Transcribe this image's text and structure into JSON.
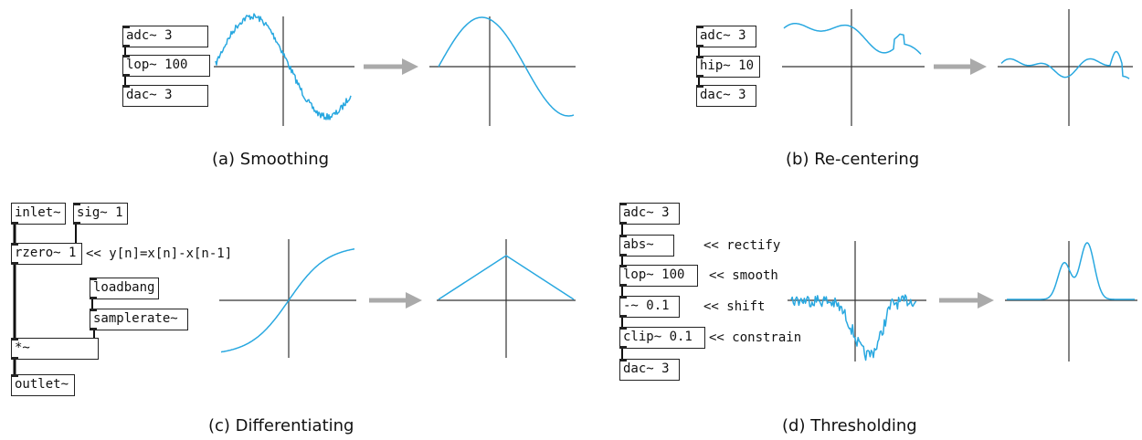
{
  "colors": {
    "curve": "#29a8e0",
    "axis": "#333333",
    "arrow": "#aaaaaa",
    "patch_line": "#111111"
  },
  "panels": {
    "smoothing": {
      "caption": "(a) Smoothing",
      "objects": [
        "adc~ 3",
        "lop~ 100",
        "dac~ 3"
      ]
    },
    "recentering": {
      "caption": "(b) Re-centering",
      "objects": [
        "adc~ 3",
        "hip~ 10",
        "dac~ 3"
      ]
    },
    "differentiating": {
      "caption": "(c) Differentiating",
      "objects": [
        "inlet~",
        "sig~ 1",
        "rzero~ 1",
        "loadbang",
        "samplerate~",
        "*~",
        "outlet~"
      ],
      "comment": "<< y[n]=x[n]-x[n-1]"
    },
    "thresholding": {
      "caption": "(d) Thresholding",
      "objects": [
        "adc~ 3",
        "abs~",
        "lop~ 100",
        "-~ 0.1",
        "clip~ 0.1",
        "dac~ 3"
      ],
      "comments": [
        "<< rectify",
        "<< smooth",
        "<< shift",
        "<< constrain"
      ]
    }
  }
}
